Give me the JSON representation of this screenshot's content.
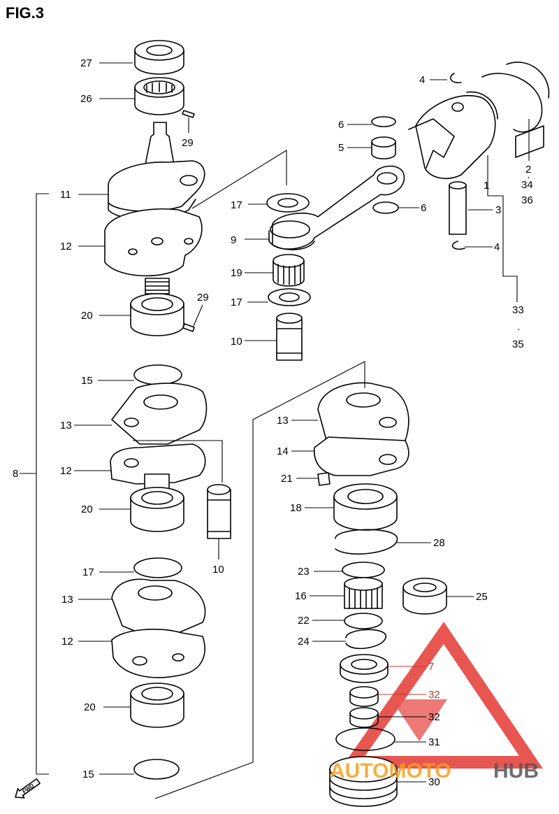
{
  "figure": {
    "title": "FIG.3"
  },
  "callouts": [
    "27",
    "26",
    "29",
    "11",
    "12",
    "20",
    "29",
    "17",
    "9",
    "19",
    "17",
    "10",
    "6",
    "5",
    "6",
    "4",
    "1",
    "3",
    "4",
    "2",
    "34",
    "36",
    "33",
    "35",
    "15",
    "13",
    "12",
    "20",
    "10",
    "13",
    "14",
    "21",
    "18",
    "28",
    "8",
    "17",
    "13",
    "12",
    "23",
    "16",
    "25",
    "22",
    "24",
    "7",
    "32",
    "32",
    "31",
    "20",
    "15",
    "30"
  ],
  "separators": [
    "·",
    "·"
  ],
  "fwd_arrow": {
    "label": "FWD",
    "icon": "fwd-arrow-icon"
  },
  "watermark": {
    "text_a": "AUTOMOTO",
    "text_b": "HUB",
    "icon": "triangle-logo-icon",
    "colors": {
      "red": "#e53935",
      "orange": "#f4a020",
      "gray": "#555555"
    }
  }
}
